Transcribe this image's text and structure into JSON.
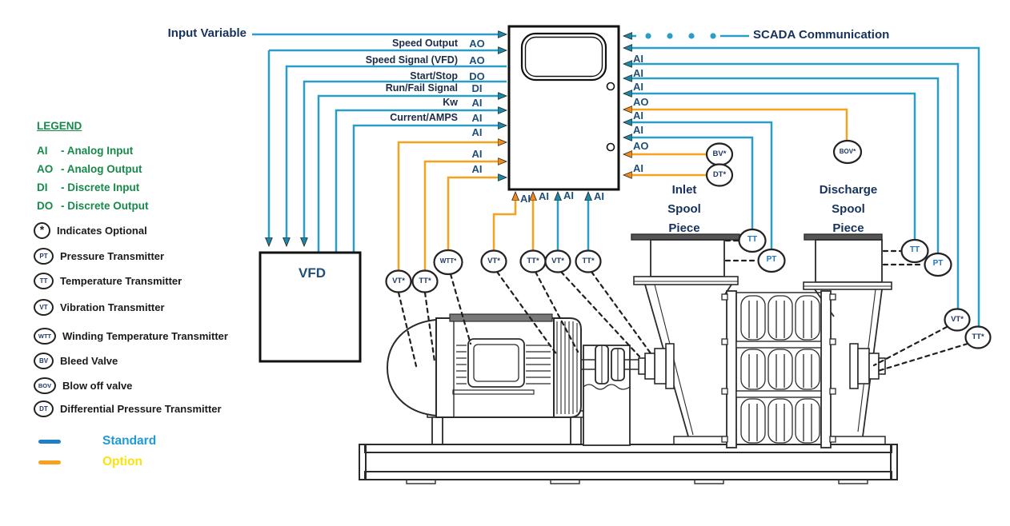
{
  "labels": {
    "input_variable": "Input Variable",
    "scada": "SCADA Communication",
    "vfd": "VFD"
  },
  "inlet_spool": {
    "l1": "Inlet",
    "l2": "Spool",
    "l3": "Piece"
  },
  "discharge_spool": {
    "l1": "Discharge",
    "l2": "Spool",
    "l3": "Piece"
  },
  "plc_left": [
    {
      "name": "Speed Output",
      "type": "AO"
    },
    {
      "name": "Speed Signal (VFD)",
      "type": "AO"
    },
    {
      "name": "Start/Stop",
      "type": "DO"
    },
    {
      "name": "Run/Fail Signal",
      "type": "DI"
    },
    {
      "name": "Kw",
      "type": "AI"
    },
    {
      "name": "Current/AMPS",
      "type": "AI"
    },
    {
      "name": "",
      "type": "AI"
    },
    {
      "name": "",
      "type": "AI"
    },
    {
      "name": "",
      "type": "AI"
    }
  ],
  "plc_right": [
    "AI",
    "AI",
    "AI",
    "AO",
    "AI",
    "AI",
    "AO",
    "AI"
  ],
  "plc_bottom": [
    "AI",
    "AI",
    "AI",
    "AI"
  ],
  "instruments": {
    "vt1": "VT*",
    "tt1": "TT*",
    "wtt": "WTT*",
    "vt2": "VT*",
    "tt2": "TT*",
    "vt3": "VT*",
    "tt3": "TT*",
    "bv": "BV*",
    "dt": "DT*",
    "bov": "BOV*",
    "inlet_tt": "TT",
    "inlet_pt": "PT",
    "disch_tt": "TT",
    "disch_pt": "PT",
    "disch_vt": "VT*",
    "disch_tt2": "TT*"
  },
  "legend": {
    "title": "LEGEND",
    "abbreviations": [
      {
        "code": "AI",
        "desc": "- Analog Input"
      },
      {
        "code": "AO",
        "desc": "- Analog Output"
      },
      {
        "code": "DI",
        "desc": "- Discrete Input"
      },
      {
        "code": "DO",
        "desc": "- Discrete Output"
      }
    ],
    "symbols": [
      {
        "symbol": "*",
        "label": "Indicates Optional"
      },
      {
        "symbol": "PT",
        "label": "Pressure Transmitter"
      },
      {
        "symbol": "TT",
        "label": "Temperature Transmitter"
      },
      {
        "symbol": "VT",
        "label": "Vibration Transmitter"
      },
      {
        "symbol": "WTT",
        "label": "Winding Temperature Transmitter"
      },
      {
        "symbol": "BV",
        "label": "Bleed Valve"
      },
      {
        "symbol": "BOV",
        "label": "Blow off valve"
      },
      {
        "symbol": "DT",
        "label": "Differential Pressure Transmitter"
      }
    ],
    "line_types": [
      {
        "label": "Standard",
        "color": "#1E9AD6"
      },
      {
        "label": "Option",
        "color": "#FFE10A"
      }
    ]
  },
  "colors": {
    "standard_line": "#2B9EC7",
    "option_line": "#F6A21E",
    "legend_green": "#17894B",
    "navy": "#1F4E79",
    "text_dark": "#1B2B4A"
  }
}
